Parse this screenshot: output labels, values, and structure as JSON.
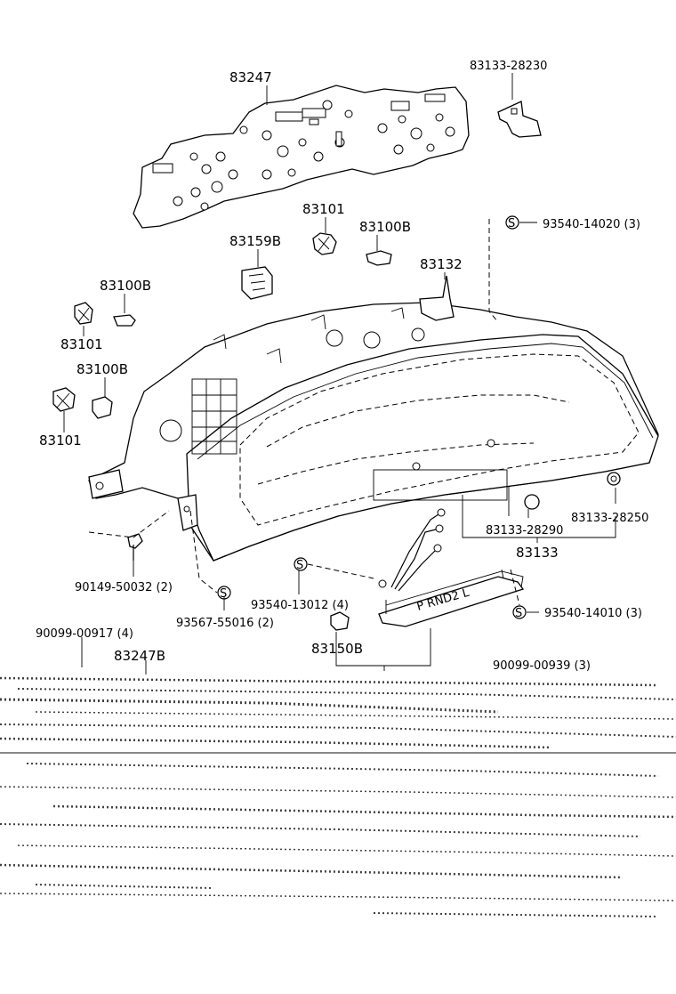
{
  "labels": {
    "l83247": "83247",
    "l83133_28230": "83133-28230",
    "l83101_top": "83101",
    "l83100b_top": "83100B",
    "l93540_14020": "93540-14020 (3)",
    "l83159b": "83159B",
    "l83132": "83132",
    "l83100b_left1": "83100B",
    "l83101_left1": "83101",
    "l83100b_left2": "83100B",
    "l83101_left2": "83101",
    "l83133_28250": "83133-28250",
    "l83133_28290": "83133-28290",
    "l83133": "83133",
    "l90149_50032": "90149-50032 (2)",
    "l93540_13012": "93540-13012 (4)",
    "l93567_55016": "93567-55016 (2)",
    "l93540_14010": "93540-14010 (3)",
    "l90099_00917": "90099-00917 (4)",
    "l83150b": "83150B",
    "l83247b": "83247B",
    "l90099_00939": "90099-00939 (3)"
  },
  "symbols": {
    "screw_marker": "S"
  },
  "indicator_text": {
    "gear_positions": "P RND2 L"
  }
}
